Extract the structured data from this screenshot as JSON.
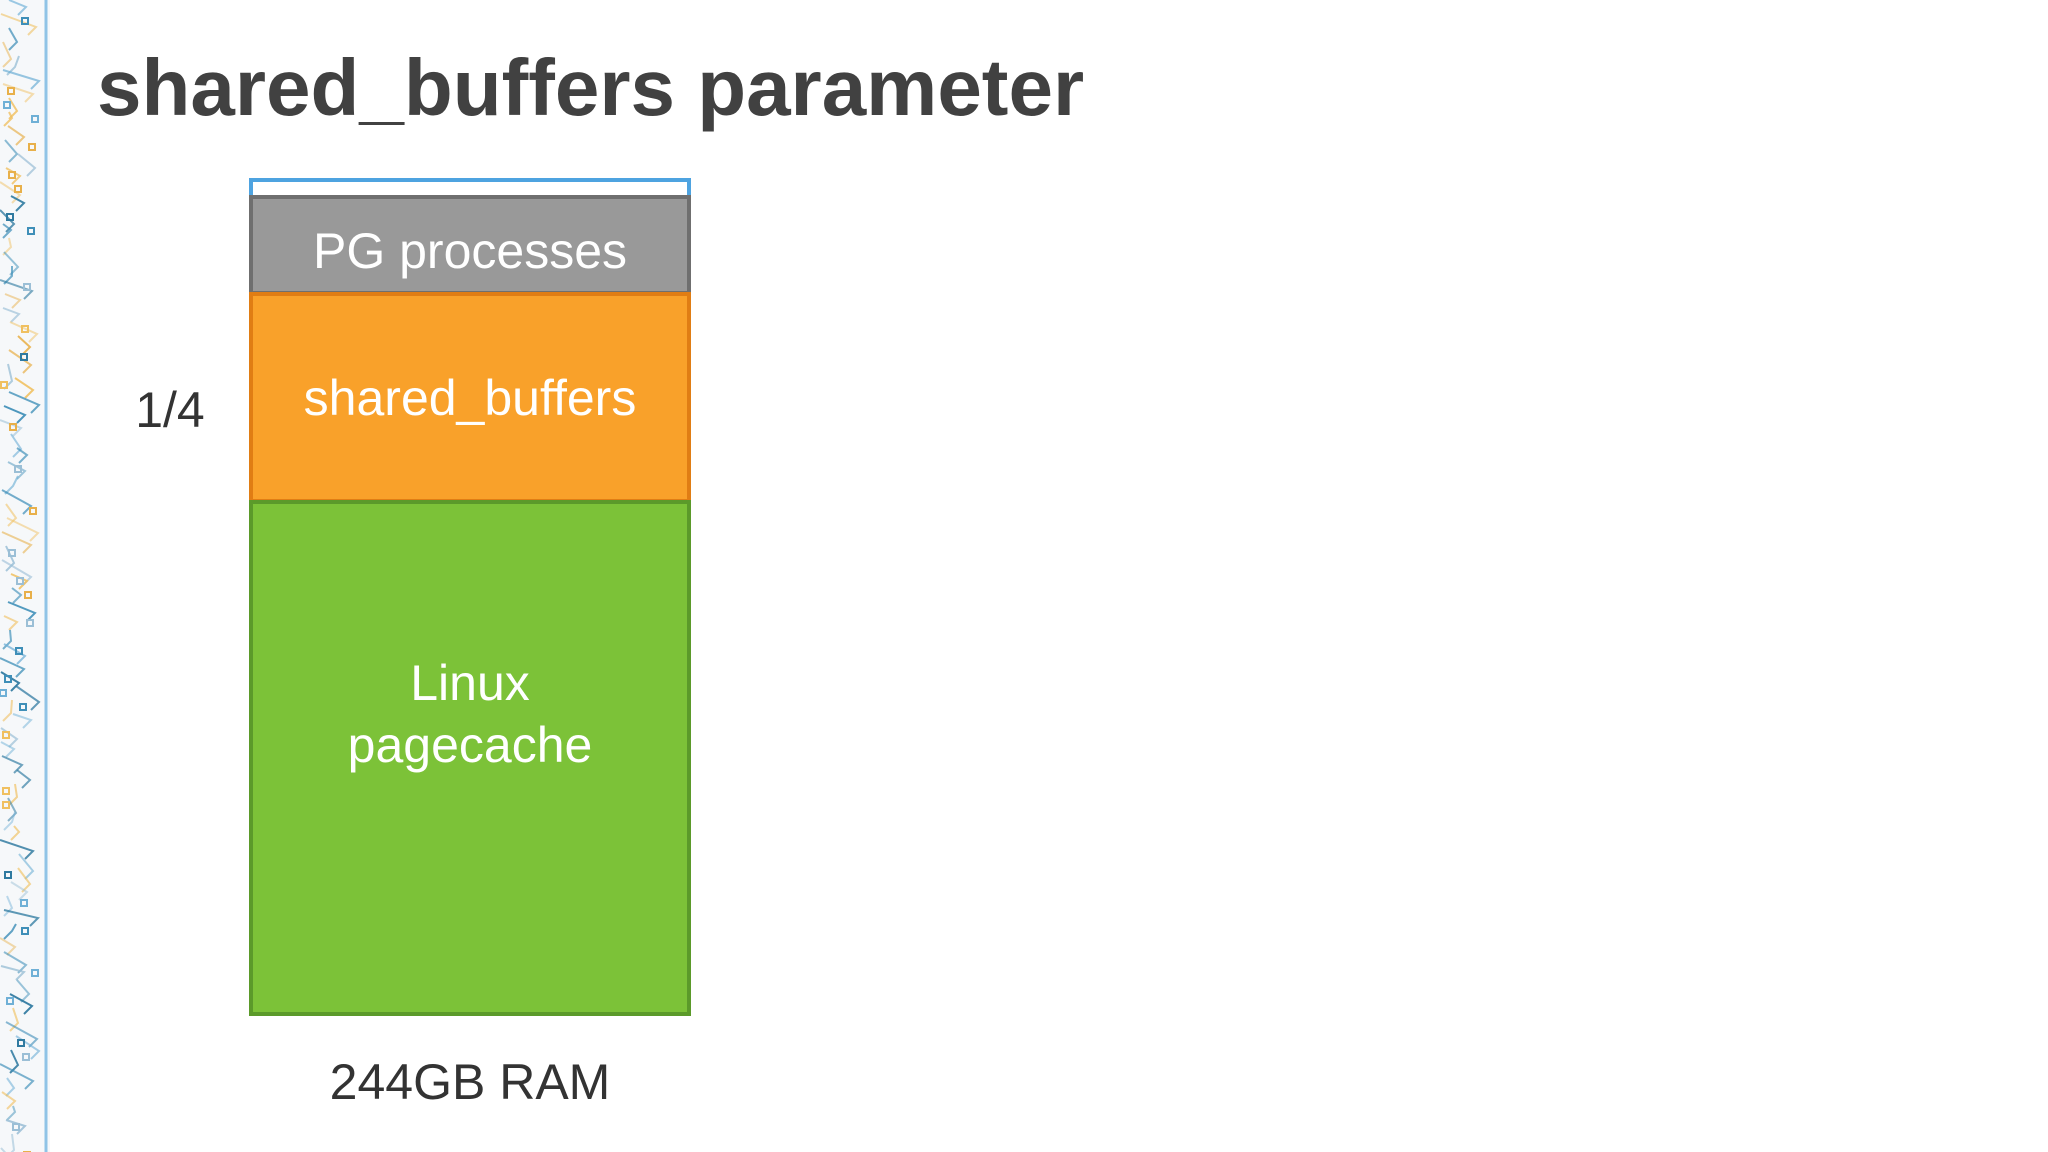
{
  "slide": {
    "title": "shared_buffers parameter",
    "fraction_label": "1/4",
    "ram_label": "244GB RAM"
  },
  "colors": {
    "text_dark": "#414141",
    "text_label": "#333333",
    "pg_fill": "#999999",
    "pg_border": "#6f6f6f",
    "shared_fill": "#f9a12a",
    "shared_border": "#e07d14",
    "linux_fill": "#7cc238",
    "linux_border": "#5b9a2a",
    "free_border": "#4ea3e0"
  },
  "ram_stack": {
    "segments": [
      {
        "key": "pg",
        "label": "PG processes"
      },
      {
        "key": "shared",
        "label": "shared_buffers"
      },
      {
        "key": "linux",
        "label": "Linux\npagecache"
      }
    ]
  }
}
